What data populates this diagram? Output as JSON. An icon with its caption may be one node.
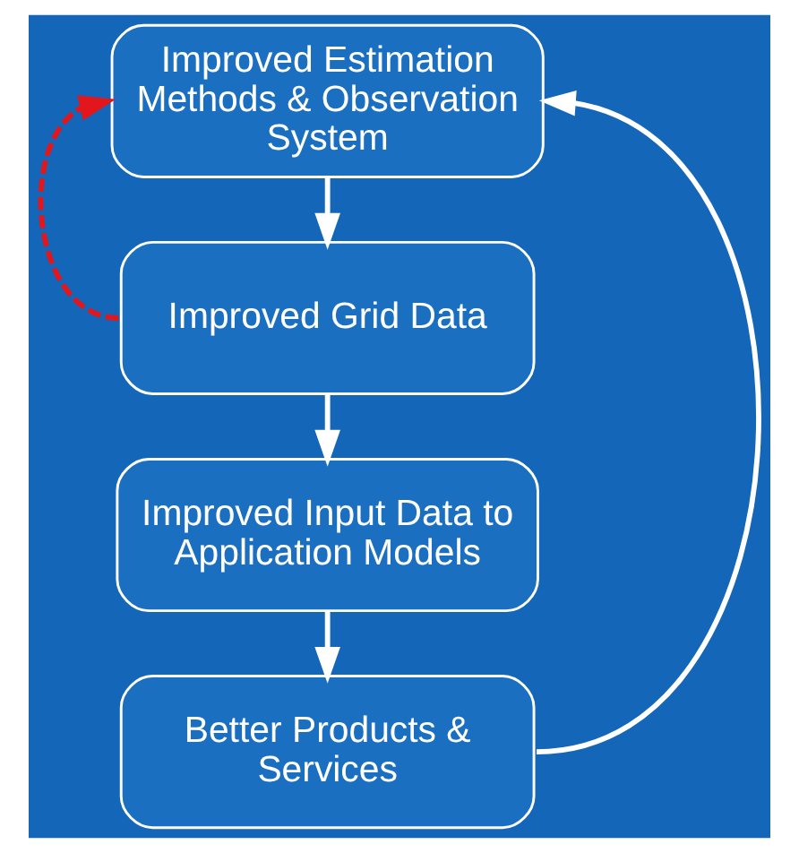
{
  "diagram": {
    "nodes": [
      {
        "text": [
          "Improved Estimation Methods & Observation System"
        ]
      },
      {
        "text": [
          "Improved Grid Data"
        ]
      },
      {
        "text": [
          "Improved Input Data to Application Models"
        ]
      },
      {
        "text": [
          "Better Products & Services"
        ]
      }
    ],
    "edges": [
      {
        "from": 0,
        "to": 1,
        "arrow": "to"
      },
      {
        "from": 1,
        "to": 2,
        "arrow": "to"
      },
      {
        "from": 2,
        "to": 3,
        "arrow": "to"
      },
      {
        "from": 1,
        "to": 0,
        "arrow": "to",
        "style": "dashed",
        "color": "#e3161c"
      },
      {
        "from": 3,
        "to": 0,
        "arrow": "to"
      }
    ]
  }
}
